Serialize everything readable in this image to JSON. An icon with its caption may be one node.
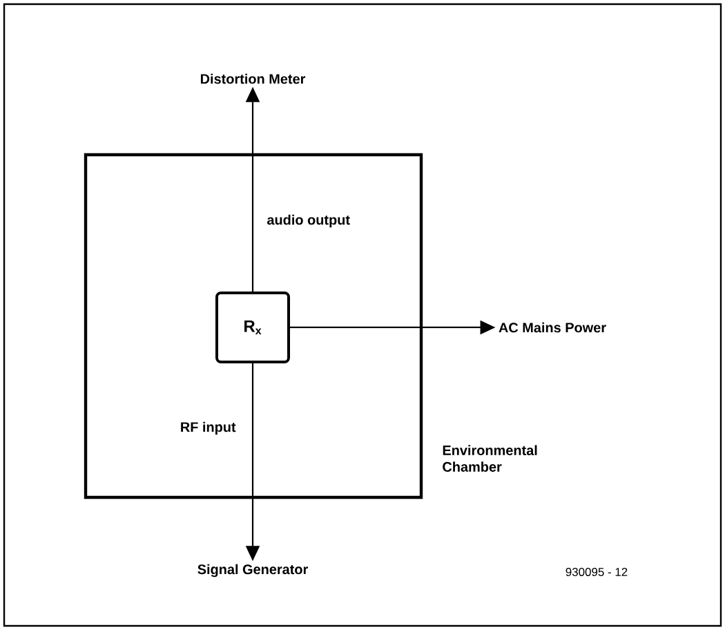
{
  "diagram": {
    "nodes": [
      {
        "text": [],
        "shape": "box",
        "beside": [
          "Environmental Chamber"
        ]
      },
      {
        "text": [
          "R$_{x}$"
        ],
        "in": 0
      },
      {
        "text": [
          "Distortion Meter"
        ]
      },
      {
        "text": [
          "AC Mains Power"
        ]
      },
      {
        "text": [
          "Signal Generator"
        ]
      }
    ],
    "edges": [
      {
        "from": 1,
        "to": 2,
        "arrow": "to",
        "label": "audio output"
      },
      {
        "from": 1,
        "to": 3,
        "arrow": "to"
      },
      {
        "from": 1,
        "to": 4,
        "arrow": "to",
        "label": "RF input"
      }
    ],
    "labels": [
      "930095 - 12"
    ]
  }
}
